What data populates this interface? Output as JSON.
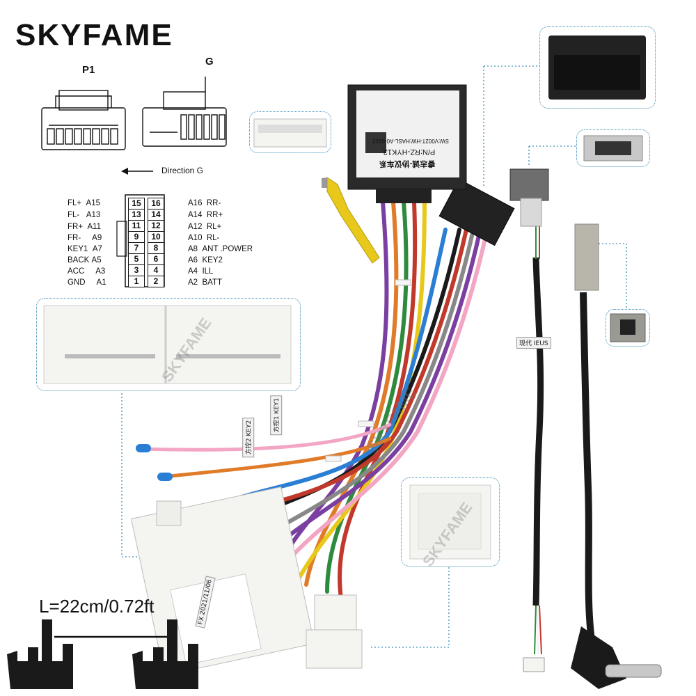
{
  "brand": {
    "logo_text": "SKYFAME"
  },
  "connectors": {
    "p1_label": "P1",
    "g_label": "G",
    "direction_text": "Direction G"
  },
  "pinout": {
    "left": [
      {
        "name": "FL+",
        "code": "A15",
        "pin": "15"
      },
      {
        "name": "FL-",
        "code": "A13",
        "pin": "13"
      },
      {
        "name": "FR+",
        "code": "A11",
        "pin": "11"
      },
      {
        "name": "FR-",
        "code": "A9",
        "pin": "9"
      },
      {
        "name": "KEY1",
        "code": "A7",
        "pin": "7"
      },
      {
        "name": "BACK",
        "code": "A5",
        "pin": "5"
      },
      {
        "name": "ACC",
        "code": "A3",
        "pin": "3"
      },
      {
        "name": "GND",
        "code": "A1",
        "pin": "1"
      }
    ],
    "right": [
      {
        "name": "RR-",
        "code": "A16",
        "pin": "16"
      },
      {
        "name": "RR+",
        "code": "A14",
        "pin": "14"
      },
      {
        "name": "RL+",
        "code": "A12",
        "pin": "12"
      },
      {
        "name": "RL-",
        "code": "A10",
        "pin": "10"
      },
      {
        "name": "ANT .POWER",
        "code": "A8",
        "pin": "8"
      },
      {
        "name": "KEY2",
        "code": "A6",
        "pin": "6"
      },
      {
        "name": "ILL",
        "code": "A4",
        "pin": "4"
      },
      {
        "name": "BATT",
        "code": "A2",
        "pin": "2"
      }
    ]
  },
  "module": {
    "pn_text": "P/N:RZ-HYK13",
    "sw_text": "SW:V002T-HW:HASL-A0-0102",
    "title_text": "睿志诚-协议车系"
  },
  "tags": {
    "key1": "方控1 KEY1",
    "key2": "方控2 KEY2",
    "modern": "现代 IEUS",
    "date": "FX 2021/11/06"
  },
  "watermark_text": "SKYFAME",
  "length_text": "L=22cm/0.72ft",
  "colors": {
    "accent_frame": "#3a8fb7",
    "module": "#2a2a2a",
    "connector_white": "#f4f4f0",
    "rca_yellow": "#e8c81a"
  }
}
